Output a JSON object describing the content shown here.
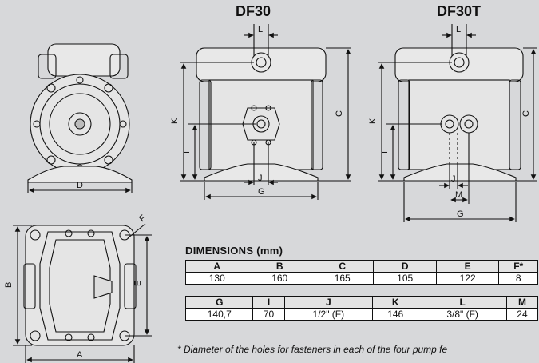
{
  "titles": {
    "df30": "DF30",
    "df30t": "DF30T"
  },
  "labels": {
    "A": "A",
    "B": "B",
    "C": "C",
    "D": "D",
    "E": "E",
    "F": "F",
    "G": "G",
    "I": "I",
    "J": "J",
    "K": "K",
    "L": "L",
    "M": "M"
  },
  "dimensions": {
    "title": "DIMENSIONS (mm)",
    "row1_headers": [
      "A",
      "B",
      "C",
      "D",
      "E",
      "F*"
    ],
    "row1_values": [
      "130",
      "160",
      "165",
      "105",
      "122",
      "8"
    ],
    "row2_headers": [
      "G",
      "I",
      "J",
      "K",
      "L",
      "M"
    ],
    "row2_values": [
      "140,7",
      "70",
      "1/2\" (F)",
      "146",
      "3/8\" (F)",
      "24"
    ]
  },
  "footnote": "* Diameter of the holes for fasteners in each of the four pump fe"
}
